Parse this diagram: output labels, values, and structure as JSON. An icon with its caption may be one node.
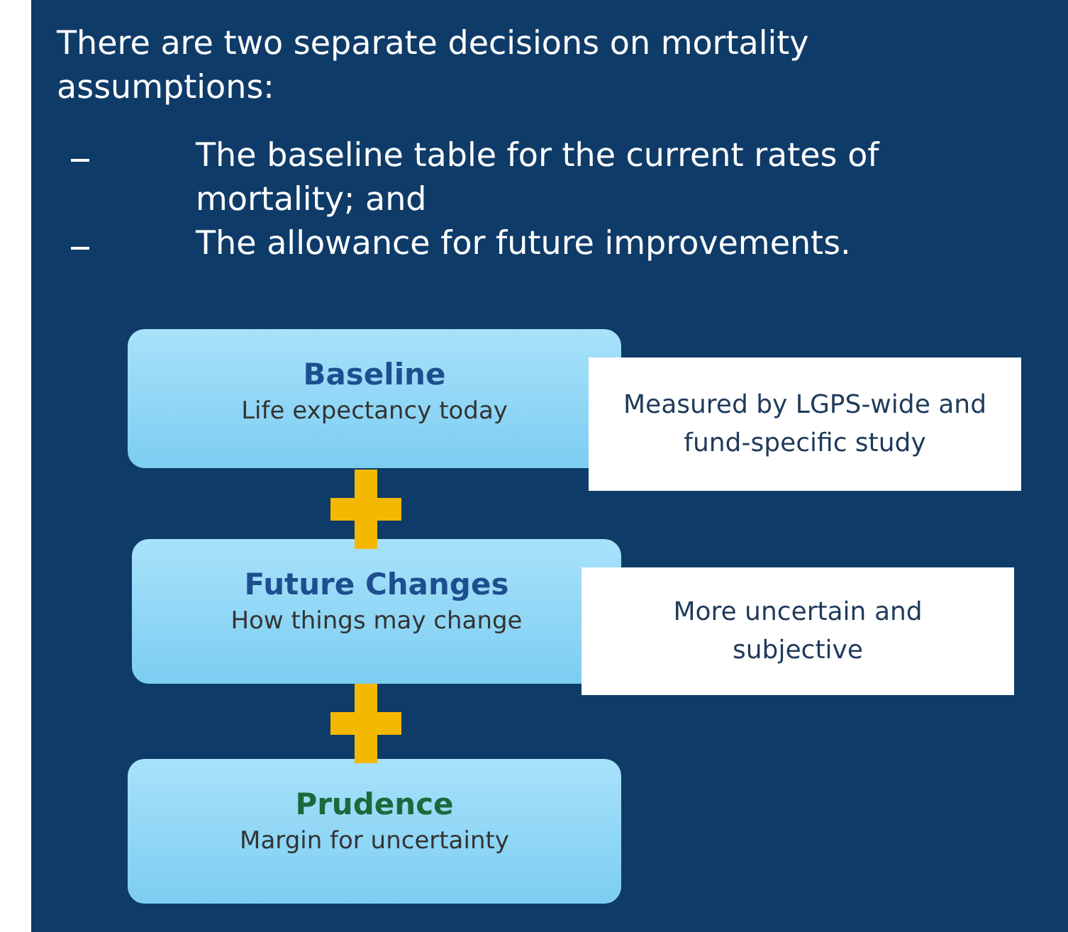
{
  "diagram": {
    "nodes": [
      {
        "text": [
          "There are two separate decisions on mortality assumptions:",
          "The baseline table for the current rates of mortality; and",
          "The allowance for future improvements."
        ]
      },
      {
        "text": [
          "Baseline",
          "Life expectancy today"
        ],
        "in": 0
      },
      {
        "text": [
          "Measured by LGPS-wide and fund-specific study"
        ],
        "in": 0
      },
      {
        "text": [
          "Future Changes",
          "How things may change"
        ],
        "in": 0
      },
      {
        "text": [
          "More uncertain and subjective"
        ],
        "in": 0
      },
      {
        "text": [
          "Prudence",
          "Margin for uncertainty"
        ],
        "in": 0
      }
    ]
  }
}
